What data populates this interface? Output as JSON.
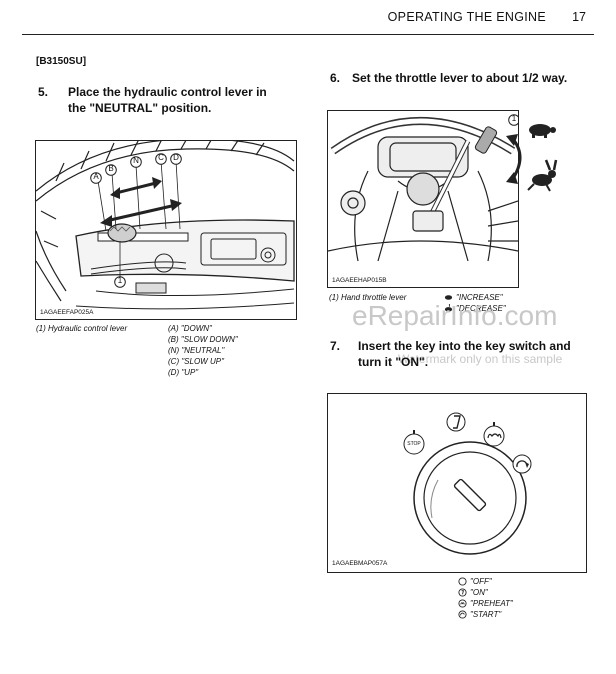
{
  "header": {
    "title": "OPERATING THE ENGINE",
    "page_number": "17"
  },
  "model_tag": "[B3150SU]",
  "step5": {
    "number": "5.",
    "line1": "Place the hydraulic control lever in",
    "line2": "the \"NEUTRAL\" position."
  },
  "figure5": {
    "code": "1AGAEEFAP025A",
    "callouts": [
      "A",
      "B",
      "N",
      "C",
      "D",
      "1"
    ],
    "caption_item": "(1) Hydraulic control lever",
    "positions": [
      "(A) \"DOWN\"",
      "(B) \"SLOW DOWN\"",
      "(N) \"NEUTRAL\"",
      "(C) \"SLOW UP\"",
      "(D) \"UP\""
    ]
  },
  "step6": {
    "number": "6.",
    "line1": "Set the throttle lever to about 1/2 way."
  },
  "figure6": {
    "code": "1AGAEEHAP015B",
    "callout": "1",
    "caption_item": "(1) Hand throttle lever",
    "increase": "\"INCREASE\"",
    "decrease": "\"DECREASE\""
  },
  "watermark": {
    "main": "eRepairInfo.com",
    "sub": "Watermark only on this sample"
  },
  "step7": {
    "number": "7.",
    "line1": "Insert the key into the key switch and",
    "line2": "turn it \"ON\"."
  },
  "figure7": {
    "code": "1AGAEBMAP057A",
    "stop_label": "STOP",
    "legend": [
      "\"OFF\"",
      "\"ON\"",
      "\"PREHEAT\"",
      "\"START\""
    ]
  }
}
